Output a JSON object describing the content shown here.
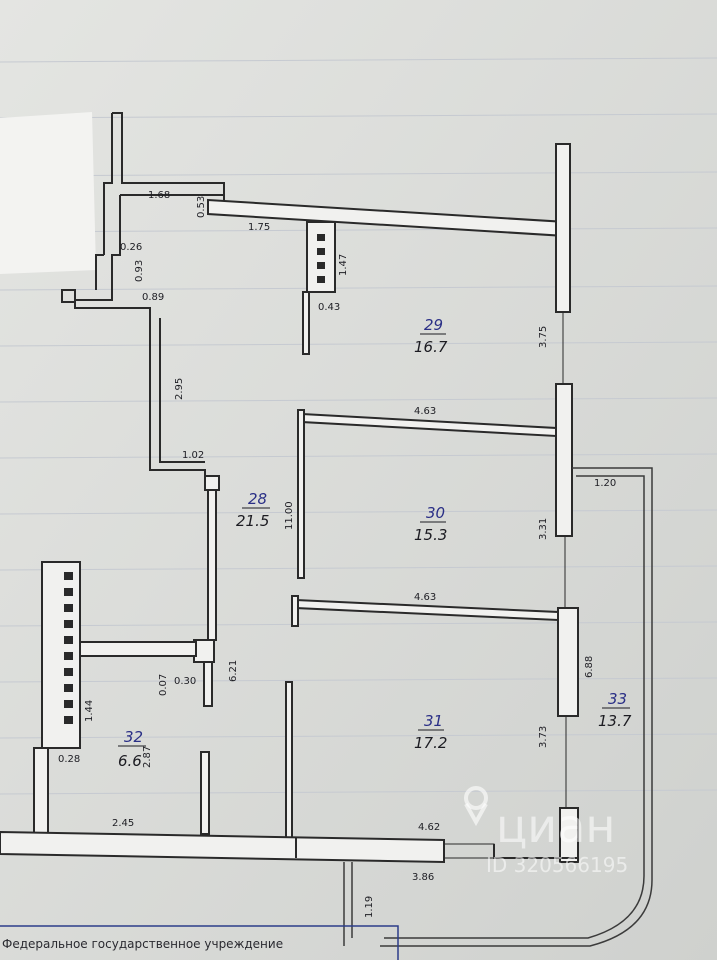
{
  "rooms": [
    {
      "id": "r29",
      "number": "29",
      "area": "16.7"
    },
    {
      "id": "r30",
      "number": "30",
      "area": "15.3"
    },
    {
      "id": "r31",
      "number": "31",
      "area": "17.2"
    },
    {
      "id": "r28",
      "number": "28",
      "area": "21.5"
    },
    {
      "id": "r32",
      "number": "32",
      "area": "6.6"
    },
    {
      "id": "r33",
      "number": "33",
      "area": "13.7"
    }
  ],
  "dimensions": {
    "d168": "1.68",
    "d053": "0.53",
    "d175": "1.75",
    "d026": "0.26",
    "d093": "0.93",
    "d089": "0.89",
    "d147": "1.47",
    "d043": "0.43",
    "d295": "2.95",
    "d102": "1.02",
    "d1100": "11.00",
    "d375": "3.75",
    "d463a": "4.63",
    "d331": "3.31",
    "d120": "1.20",
    "d463b": "4.63",
    "d688": "6.88",
    "d621": "6.21",
    "d007": "0.07",
    "d030": "0.30",
    "d144": "1.44",
    "d028": "0.28",
    "d287": "2.87",
    "d373": "3.73",
    "d245": "2.45",
    "d462": "4.62",
    "d386": "3.86",
    "d119": "1.19"
  },
  "watermark": {
    "brand": "циан",
    "listing_id": "ID 320566195"
  },
  "footer": {
    "text": "Федеральное государственное учреждение"
  }
}
